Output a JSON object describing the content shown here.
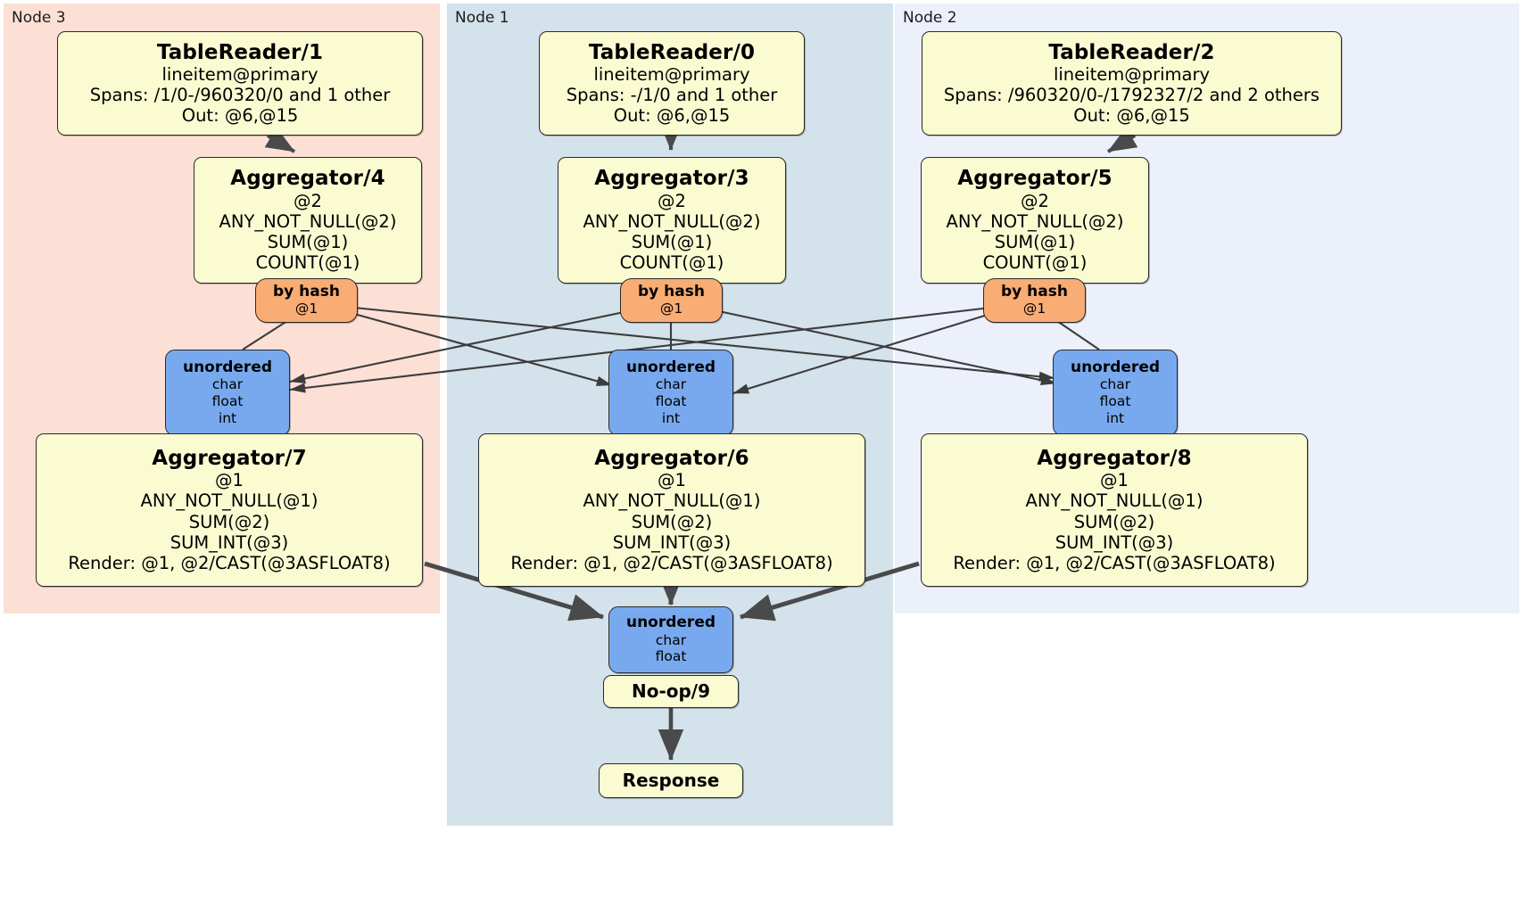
{
  "diagram": {
    "type": "distributed-query-plan",
    "title": "Distributed SQL physical plan"
  },
  "panels": [
    {
      "id": "node3",
      "label": "Node 3",
      "color": "#fce0d6"
    },
    {
      "id": "node1",
      "label": "Node 1",
      "color": "#d3e2eb"
    },
    {
      "id": "node2",
      "label": "Node 2",
      "color": "#ecf0fa"
    }
  ],
  "readers": [
    {
      "id": "tr1",
      "panel": "node3",
      "title": "TableReader/1",
      "lines": [
        "lineitem@primary",
        "Spans: /1/0-/960320/0 and 1 other",
        "Out: @6,@15"
      ]
    },
    {
      "id": "tr0",
      "panel": "node1",
      "title": "TableReader/0",
      "lines": [
        "lineitem@primary",
        "Spans: -/1/0 and 1 other",
        "Out: @6,@15"
      ]
    },
    {
      "id": "tr2",
      "panel": "node2",
      "title": "TableReader/2",
      "lines": [
        "lineitem@primary",
        "Spans: /960320/0-/1792327/2 and 2 others",
        "Out: @6,@15"
      ]
    }
  ],
  "aggregators_stage1": [
    {
      "id": "agg4",
      "panel": "node3",
      "title": "Aggregator/4",
      "lines": [
        "@2",
        "ANY_NOT_NULL(@2)",
        "SUM(@1)",
        "COUNT(@1)"
      ]
    },
    {
      "id": "agg3",
      "panel": "node1",
      "title": "Aggregator/3",
      "lines": [
        "@2",
        "ANY_NOT_NULL(@2)",
        "SUM(@1)",
        "COUNT(@1)"
      ]
    },
    {
      "id": "agg5",
      "panel": "node2",
      "title": "Aggregator/5",
      "lines": [
        "@2",
        "ANY_NOT_NULL(@2)",
        "SUM(@1)",
        "COUNT(@1)"
      ]
    }
  ],
  "hash_routers": [
    {
      "id": "hash4",
      "panel": "node3",
      "title": "by hash",
      "lines": [
        "@1"
      ]
    },
    {
      "id": "hash3",
      "panel": "node1",
      "title": "by hash",
      "lines": [
        "@1"
      ]
    },
    {
      "id": "hash5",
      "panel": "node2",
      "title": "by hash",
      "lines": [
        "@1"
      ]
    }
  ],
  "unordered_routers": [
    {
      "id": "un7",
      "panel": "node3",
      "title": "unordered",
      "lines": [
        "char",
        "float",
        "int"
      ]
    },
    {
      "id": "un6",
      "panel": "node1",
      "title": "unordered",
      "lines": [
        "char",
        "float",
        "int"
      ]
    },
    {
      "id": "un8",
      "panel": "node2",
      "title": "unordered",
      "lines": [
        "char",
        "float",
        "int"
      ]
    }
  ],
  "aggregators_stage2": [
    {
      "id": "agg7",
      "panel": "node3",
      "title": "Aggregator/7",
      "lines": [
        "@1",
        "ANY_NOT_NULL(@1)",
        "SUM(@2)",
        "SUM_INT(@3)",
        "Render: @1, @2/CAST(@3ASFLOAT8)"
      ]
    },
    {
      "id": "agg6",
      "panel": "node1",
      "title": "Aggregator/6",
      "lines": [
        "@1",
        "ANY_NOT_NULL(@1)",
        "SUM(@2)",
        "SUM_INT(@3)",
        "Render: @1, @2/CAST(@3ASFLOAT8)"
      ]
    },
    {
      "id": "agg8",
      "panel": "node2",
      "title": "Aggregator/8",
      "lines": [
        "@1",
        "ANY_NOT_NULL(@1)",
        "SUM(@2)",
        "SUM_INT(@3)",
        "Render: @1, @2/CAST(@3ASFLOAT8)"
      ]
    }
  ],
  "final": {
    "merge": {
      "id": "unfinal",
      "panel": "node1",
      "title": "unordered",
      "lines": [
        "char",
        "float"
      ]
    },
    "noop": {
      "id": "noop9",
      "panel": "node1",
      "title": "No-op/9"
    },
    "response": {
      "id": "response",
      "panel": "node1",
      "title": "Response"
    }
  },
  "colors": {
    "processor_fill": "#fbfbd2",
    "hash_router_fill": "#f9ac74",
    "unordered_router_fill": "#78a9ee",
    "node3_panel": "#fce0d6",
    "node1_panel": "#d3e2eb",
    "node2_panel": "#ecf0fa",
    "edge_thin": "#3c3c3c",
    "edge_thick": "#4a4a4a",
    "border": "#2b2b2b"
  }
}
